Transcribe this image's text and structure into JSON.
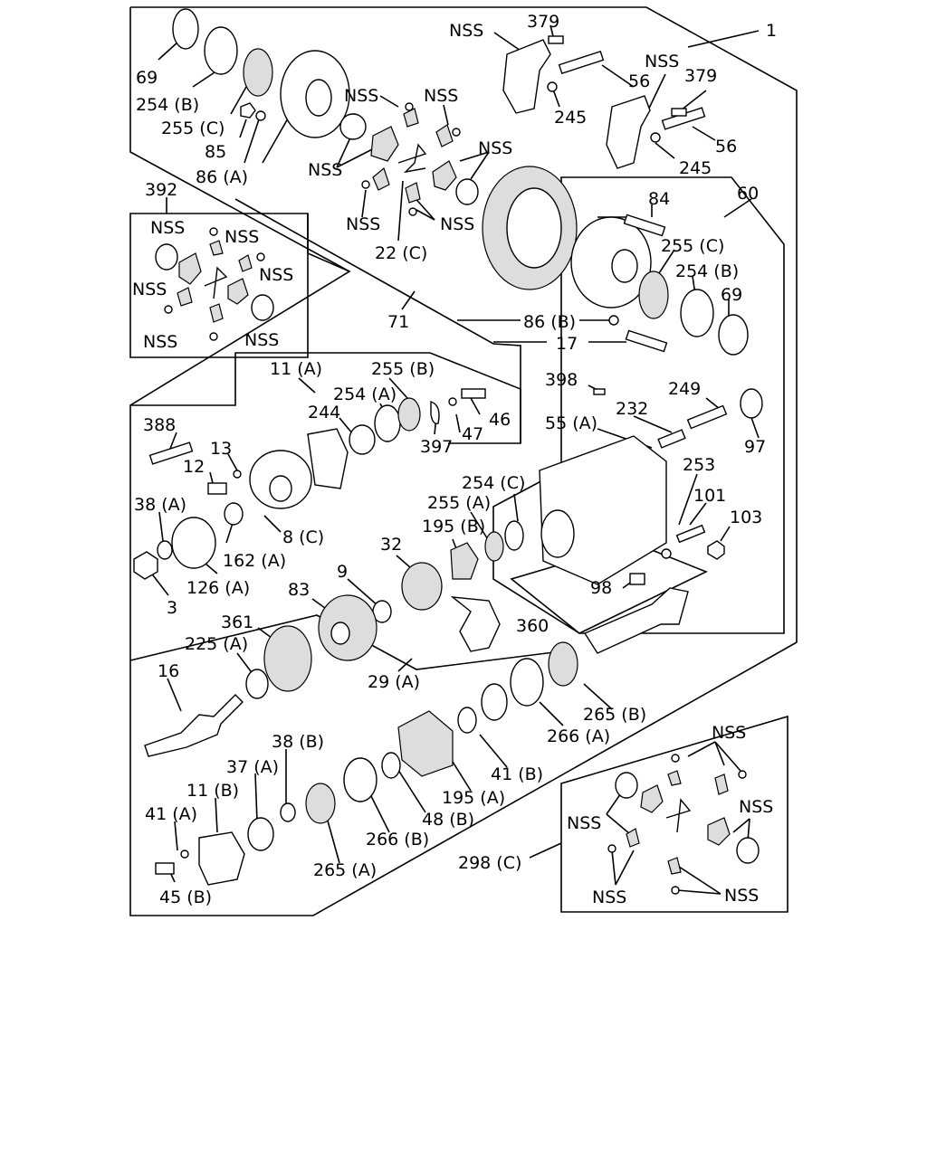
{
  "labels": [
    {
      "id": "l-1",
      "text": "1"
    },
    {
      "id": "l-379a",
      "text": "379"
    },
    {
      "id": "l-nss-top",
      "text": "NSS"
    },
    {
      "id": "l-56a",
      "text": "56"
    },
    {
      "id": "l-245a",
      "text": "245"
    },
    {
      "id": "l-nss-379b",
      "text": "NSS"
    },
    {
      "id": "l-379b",
      "text": "379"
    },
    {
      "id": "l-56b",
      "text": "56"
    },
    {
      "id": "l-245b",
      "text": "245"
    },
    {
      "id": "l-69a",
      "text": "69"
    },
    {
      "id": "l-254b-a",
      "text": "254 (B)"
    },
    {
      "id": "l-255c-a",
      "text": "255 (C)"
    },
    {
      "id": "l-85",
      "text": "85"
    },
    {
      "id": "l-86a",
      "text": "86 (A)"
    },
    {
      "id": "l-nss-1",
      "text": "NSS"
    },
    {
      "id": "l-nss-2",
      "text": "NSS"
    },
    {
      "id": "l-nss-3",
      "text": "NSS"
    },
    {
      "id": "l-nss-4",
      "text": "NSS"
    },
    {
      "id": "l-nss-5",
      "text": "NSS"
    },
    {
      "id": "l-nss-6",
      "text": "NSS"
    },
    {
      "id": "l-22c",
      "text": "22 (C)"
    },
    {
      "id": "l-392",
      "text": "392"
    },
    {
      "id": "l-nss-392a",
      "text": "NSS"
    },
    {
      "id": "l-nss-392b",
      "text": "NSS"
    },
    {
      "id": "l-nss-392c",
      "text": "NSS"
    },
    {
      "id": "l-nss-392d",
      "text": "NSS"
    },
    {
      "id": "l-nss-392e",
      "text": "NSS"
    },
    {
      "id": "l-nss-392f",
      "text": "NSS"
    },
    {
      "id": "l-84",
      "text": "84"
    },
    {
      "id": "l-60",
      "text": "60"
    },
    {
      "id": "l-255c-b",
      "text": "255 (C)"
    },
    {
      "id": "l-254b-b",
      "text": "254 (B)"
    },
    {
      "id": "l-69b",
      "text": "69"
    },
    {
      "id": "l-71",
      "text": "71"
    },
    {
      "id": "l-86b",
      "text": "86 (B)"
    },
    {
      "id": "l-17",
      "text": "17"
    },
    {
      "id": "l-11a",
      "text": "11 (A)"
    },
    {
      "id": "l-255b",
      "text": "255 (B)"
    },
    {
      "id": "l-254a",
      "text": "254 (A)"
    },
    {
      "id": "l-244",
      "text": "244"
    },
    {
      "id": "l-46",
      "text": "46"
    },
    {
      "id": "l-47",
      "text": "47"
    },
    {
      "id": "l-397",
      "text": "397"
    },
    {
      "id": "l-398",
      "text": "398"
    },
    {
      "id": "l-249",
      "text": "249"
    },
    {
      "id": "l-232",
      "text": "232"
    },
    {
      "id": "l-55a",
      "text": "55 (A)"
    },
    {
      "id": "l-97",
      "text": "97"
    },
    {
      "id": "l-388",
      "text": "388"
    },
    {
      "id": "l-13",
      "text": "13"
    },
    {
      "id": "l-12",
      "text": "12"
    },
    {
      "id": "l-38a",
      "text": "38 (A)"
    },
    {
      "id": "l-162a",
      "text": "162 (A)"
    },
    {
      "id": "l-8c",
      "text": "8 (C)"
    },
    {
      "id": "l-126a",
      "text": "126 (A)"
    },
    {
      "id": "l-3",
      "text": "3"
    },
    {
      "id": "l-254c",
      "text": "254 (C)"
    },
    {
      "id": "l-255a",
      "text": "255 (A)"
    },
    {
      "id": "l-195b",
      "text": "195 (B)"
    },
    {
      "id": "l-32",
      "text": "32"
    },
    {
      "id": "l-253",
      "text": "253"
    },
    {
      "id": "l-101",
      "text": "101"
    },
    {
      "id": "l-103",
      "text": "103"
    },
    {
      "id": "l-98",
      "text": "98"
    },
    {
      "id": "l-9",
      "text": "9"
    },
    {
      "id": "l-83",
      "text": "83"
    },
    {
      "id": "l-360",
      "text": "360"
    },
    {
      "id": "l-361",
      "text": "361"
    },
    {
      "id": "l-225a",
      "text": "225 (A)"
    },
    {
      "id": "l-29a",
      "text": "29 (A)"
    },
    {
      "id": "l-16",
      "text": "16"
    },
    {
      "id": "l-265b",
      "text": "265 (B)"
    },
    {
      "id": "l-266a",
      "text": "266 (A)"
    },
    {
      "id": "l-38b",
      "text": "38 (B)"
    },
    {
      "id": "l-37a",
      "text": "37 (A)"
    },
    {
      "id": "l-41b",
      "text": "41 (B)"
    },
    {
      "id": "l-11b",
      "text": "11 (B)"
    },
    {
      "id": "l-195a",
      "text": "195 (A)"
    },
    {
      "id": "l-41a",
      "text": "41 (A)"
    },
    {
      "id": "l-48b",
      "text": "48 (B)"
    },
    {
      "id": "l-266b",
      "text": "266 (B)"
    },
    {
      "id": "l-265a",
      "text": "265 (A)"
    },
    {
      "id": "l-45b",
      "text": "45 (B)"
    },
    {
      "id": "l-298c",
      "text": "298 (C)"
    },
    {
      "id": "l-nss-298a",
      "text": "NSS"
    },
    {
      "id": "l-nss-298b",
      "text": "NSS"
    },
    {
      "id": "l-nss-298c",
      "text": "NSS"
    },
    {
      "id": "l-nss-298d",
      "text": "NSS"
    },
    {
      "id": "l-nss-298e",
      "text": "NSS"
    }
  ]
}
